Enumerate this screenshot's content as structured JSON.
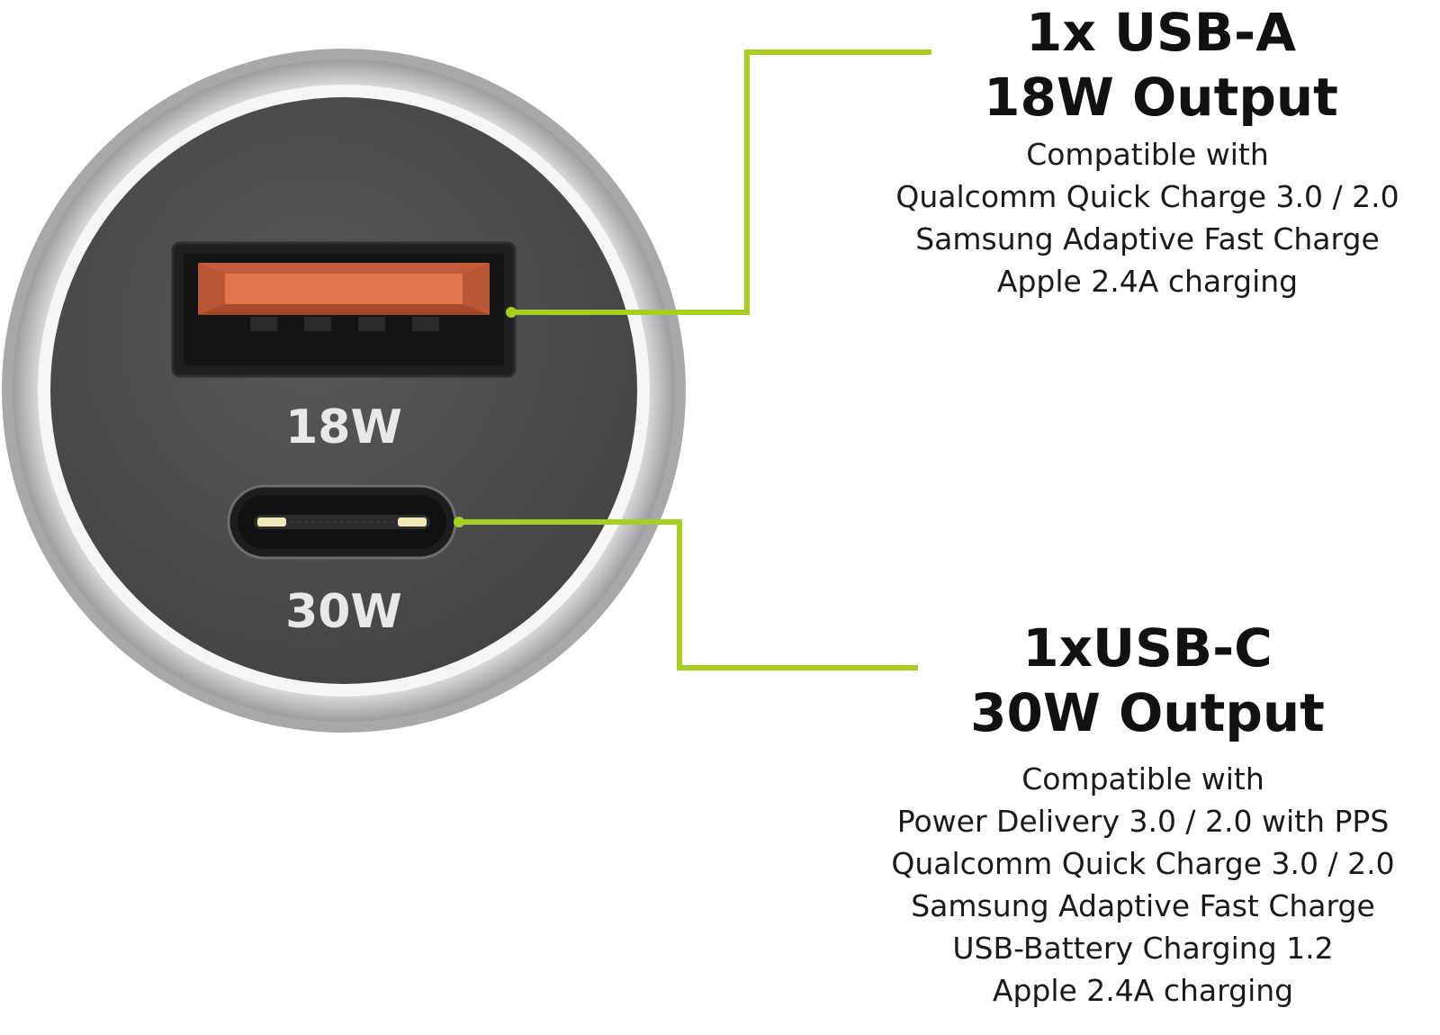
{
  "colors": {
    "leader_line": "#a6cf22",
    "usb_a_tongue": "#e07550",
    "face": "#4e4e50",
    "ring": "#c9cacc",
    "port_label": "#e8e8ea"
  },
  "port_labels": {
    "usb_a": "18W",
    "usb_c": "30W"
  },
  "usb_a": {
    "title_line1": "1x USB-A",
    "title_line2": "18W Output",
    "compat": [
      "Compatible with",
      "Qualcomm Quick Charge 3.0 / 2.0",
      "Samsung Adaptive Fast Charge",
      "Apple 2.4A charging"
    ]
  },
  "usb_c": {
    "title_line1": "1xUSB-C",
    "title_line2": "30W Output",
    "compat": [
      "Compatible with",
      "Power Delivery 3.0 / 2.0 with PPS",
      "Qualcomm Quick Charge  3.0 / 2.0",
      "Samsung Adaptive Fast Charge",
      "USB-Battery Charging 1.2",
      "Apple 2.4A charging"
    ]
  }
}
